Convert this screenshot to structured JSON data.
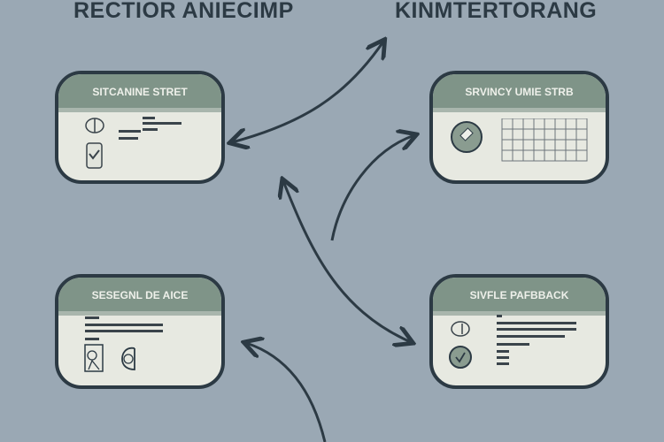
{
  "titles": {
    "left": "RECTIOR ANIECIMP",
    "right": "KINMTERTORANG"
  },
  "cards": [
    {
      "title": "SITCANINE STRET"
    },
    {
      "title": "SRVINCY UMIE STRB"
    },
    {
      "title": "SESEGNL DE AICE"
    },
    {
      "title": "SIVFLE PAFBBACK"
    }
  ],
  "colors": {
    "background": "#9aa8b4",
    "header": "#7f9488",
    "body": "#e7e9e1",
    "stroke": "#2c3a44"
  }
}
